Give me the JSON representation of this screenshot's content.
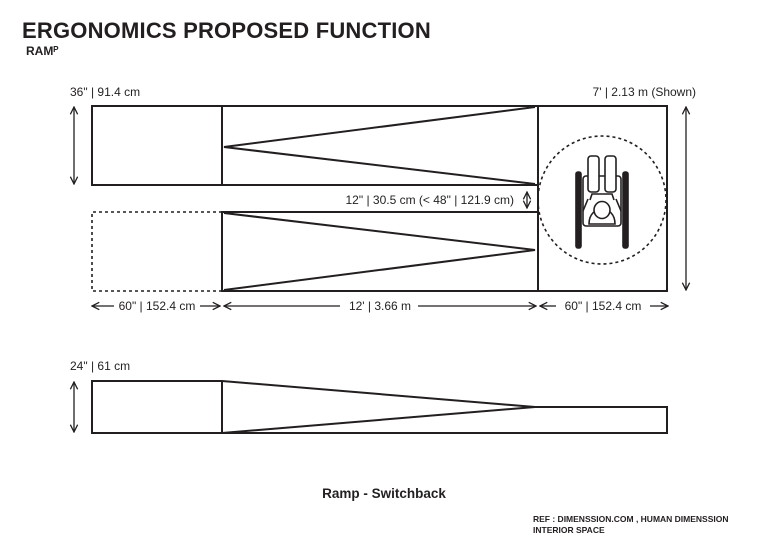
{
  "header": {
    "title": "ERGONOMICS PROPOSED FUNCTION",
    "subtitle": "RAMᴾ"
  },
  "plan": {
    "width_label": "36\" | 91.4 cm",
    "depth_label": "7' | 2.13 m (Shown)",
    "gap_label": "12\" | 30.5 cm (< 48\" | 121.9 cm)",
    "landing_label": "60\" | 152.4 cm",
    "run_label": "12' | 3.66 m",
    "landing_label_right": "60\" | 152.4 cm"
  },
  "section": {
    "height_label": "24\" | 61 cm"
  },
  "caption": "Ramp - Switchback",
  "reference": {
    "line1": "REF : DIMENSSION.COM , HUMAN DIMENSSION",
    "line2": "INTERIOR SPACE"
  },
  "colors": {
    "line": "#231f20",
    "background": "#ffffff"
  }
}
